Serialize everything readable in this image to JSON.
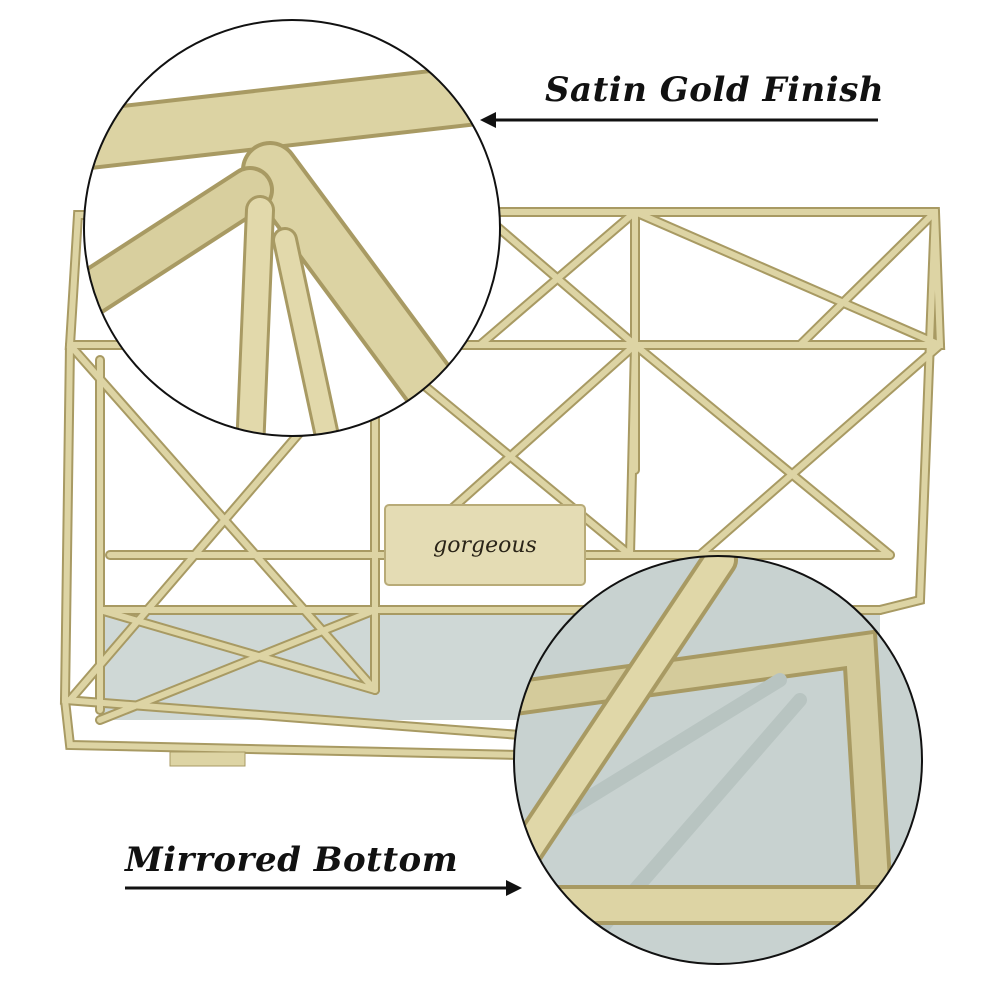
{
  "callouts": {
    "top": "Satin Gold Finish",
    "bottom": "Mirrored Bottom"
  },
  "badge": "gorgeous",
  "colors": {
    "gold": "#d9cf9e",
    "gold_dark": "#a89a63",
    "mirror": "#c9d3d3",
    "text": "#111111"
  }
}
